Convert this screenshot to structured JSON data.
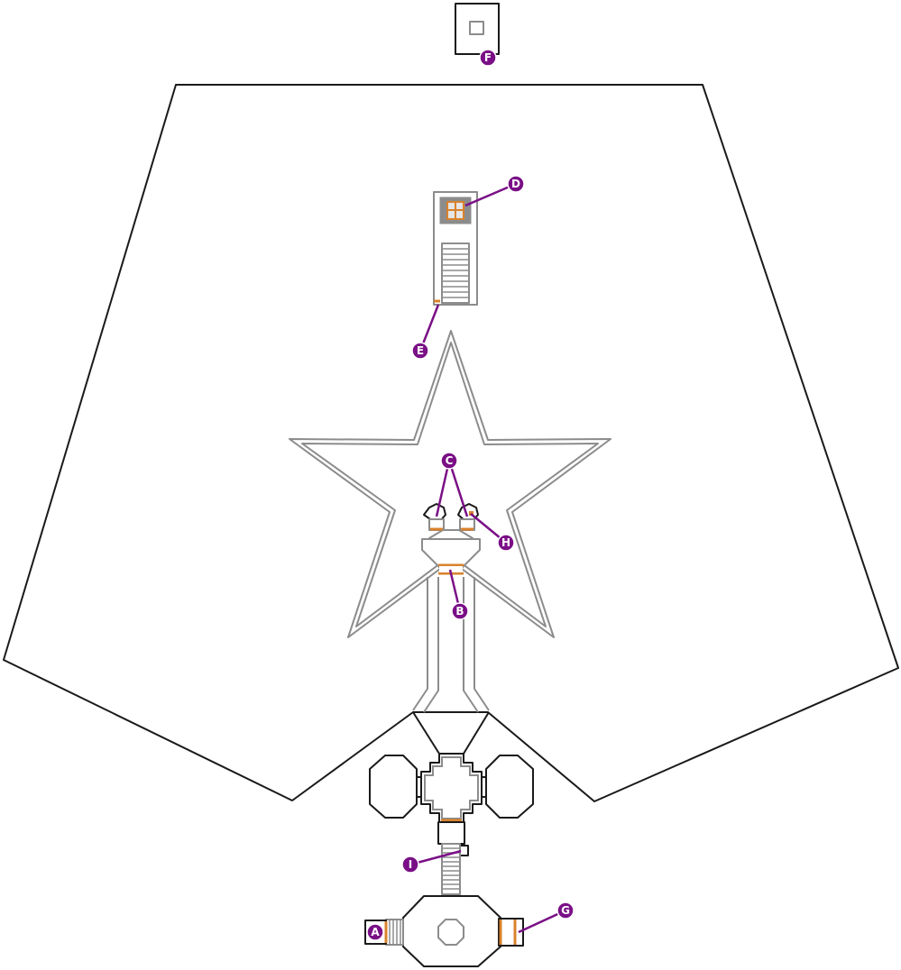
{
  "colors": {
    "wall": "#1a1a1a",
    "inner_wall": "#8c8c8c",
    "door": "#d9822b",
    "marker": "#7a0f86",
    "background": "#ffffff"
  },
  "markers": {
    "a": "A",
    "b": "B",
    "c": "C",
    "d": "D",
    "e": "E",
    "f": "F",
    "g": "G",
    "h": "H",
    "i": "I"
  }
}
